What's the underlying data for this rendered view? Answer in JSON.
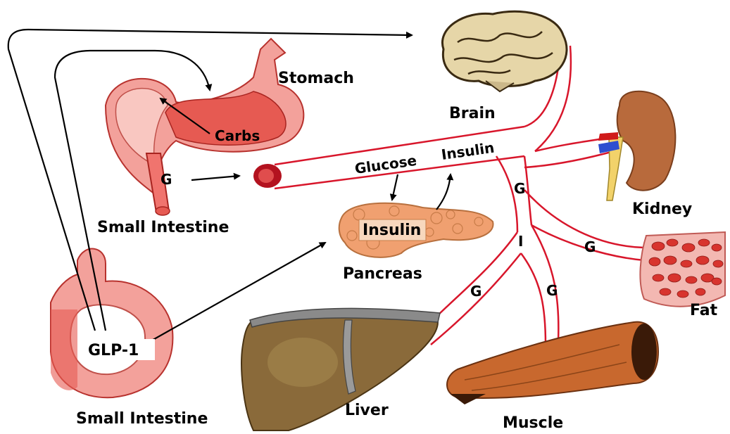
{
  "labels": {
    "stomach": "Stomach",
    "carbs": "Carbs",
    "small_intestine_top": "Small Intestine",
    "g_intestine": "G",
    "brain": "Brain",
    "glucose": "Glucose",
    "insulin_vessel": "Insulin",
    "kidney": "Kidney",
    "pancreas_insulin": "Insulin",
    "pancreas": "Pancreas",
    "g_branch": "G",
    "i_branch": "I",
    "g_fat": "G",
    "fat": "Fat",
    "g_liver": "G",
    "g_muscle": "G",
    "glp1": "GLP-1",
    "small_intestine_bottom": "Small Intestine",
    "liver": "Liver",
    "muscle": "Muscle"
  },
  "colors": {
    "vessel": "#d8162b",
    "organ_red": "#f0746e",
    "organ_light": "#f9c7c1",
    "liver": "#8a6a3a",
    "muscle": "#c8682e",
    "pancreas": "#f0a070",
    "kidney": "#c0794a"
  }
}
